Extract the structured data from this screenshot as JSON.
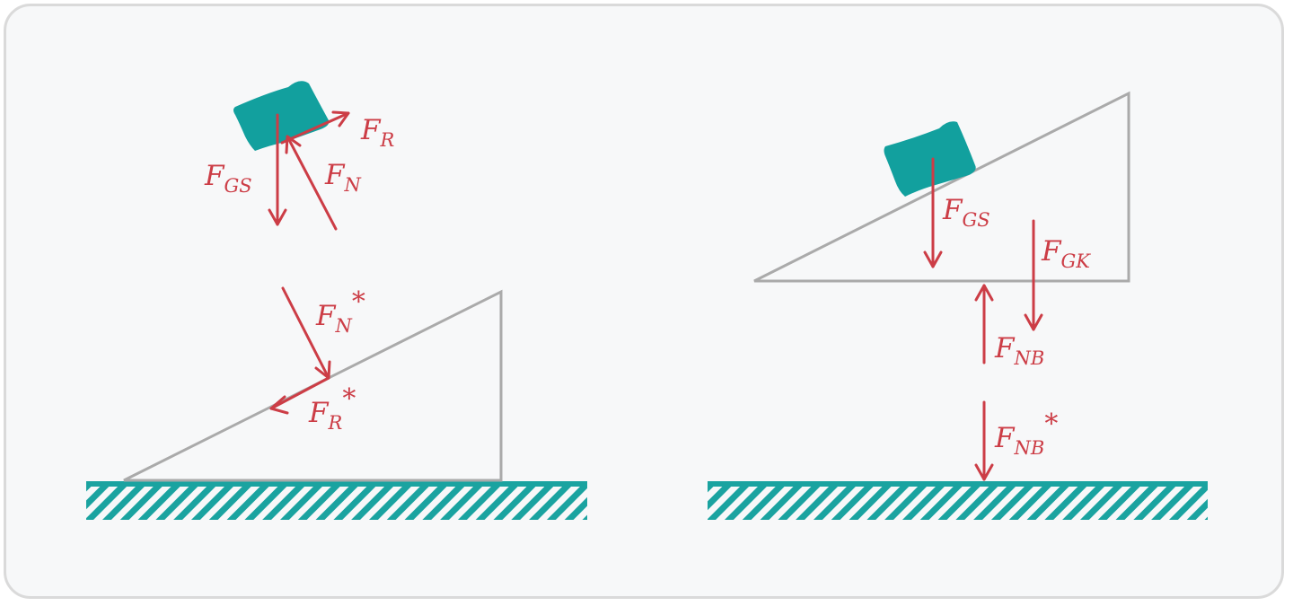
{
  "colors": {
    "force": "#cc3d46",
    "incline": "#aaaaaa",
    "ground": "#1aa3a0",
    "block": "#12a09e",
    "background": "#f7f8f9",
    "border": "#dadada"
  },
  "labels": {
    "left_fr": {
      "main": "F",
      "sub": "R",
      "star": ""
    },
    "left_fn": {
      "main": "F",
      "sub": "N",
      "star": ""
    },
    "left_fgs": {
      "main": "F",
      "sub": "GS",
      "star": ""
    },
    "left_fn_star": {
      "main": "F",
      "sub": "N",
      "star": "*"
    },
    "left_fr_star": {
      "main": "F",
      "sub": "R",
      "star": "*"
    },
    "right_fgs": {
      "main": "F",
      "sub": "GS",
      "star": ""
    },
    "right_fgk": {
      "main": "F",
      "sub": "GK",
      "star": ""
    },
    "right_fnb": {
      "main": "F",
      "sub": "NB",
      "star": ""
    },
    "right_fnb_star": {
      "main": "F",
      "sub": "NB",
      "star": "*"
    }
  }
}
